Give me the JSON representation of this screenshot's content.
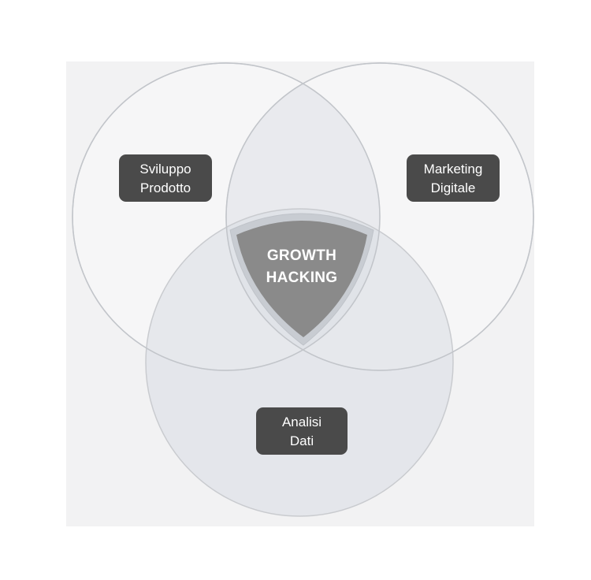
{
  "diagram": {
    "sets": [
      {
        "id": "sviluppo",
        "lines": [
          "Sviluppo",
          "Prodotto"
        ]
      },
      {
        "id": "marketing",
        "lines": [
          "Marketing",
          "Digitale"
        ]
      },
      {
        "id": "analisi",
        "lines": [
          "Analisi",
          "Dati"
        ]
      }
    ],
    "center": {
      "lines": [
        "GROWTH",
        "HACKING"
      ]
    },
    "colors": {
      "background_panel": "#f2f2f3",
      "circle_fill": "#e6e8eb",
      "circle_stroke": "#c9cbcf",
      "bottom_circle_fill": "#d9dde3",
      "label_box": "#4a4a4a",
      "center_fill": "#8a8a8a",
      "text": "#ffffff"
    }
  }
}
